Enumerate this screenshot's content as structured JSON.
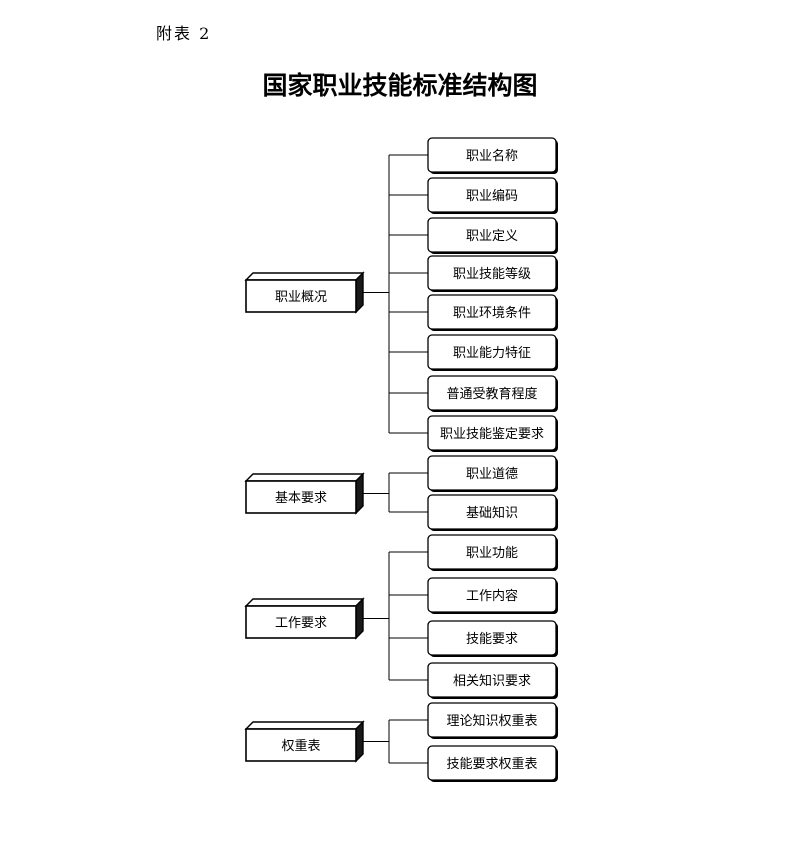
{
  "appendix_label": "附表 2",
  "title": "国家职业技能标准结构图",
  "groups": [
    {
      "label": "职业概况",
      "items": [
        "职业名称",
        "职业编码",
        "职业定义",
        "职业技能等级",
        "职业环境条件",
        "职业能力特征",
        "普通受教育程度",
        "职业技能鉴定要求"
      ]
    },
    {
      "label": "基本要求",
      "items": [
        "职业道德",
        "基础知识"
      ]
    },
    {
      "label": "工作要求",
      "items": [
        "职业功能",
        "工作内容",
        "技能要求",
        "相关知识要求"
      ]
    },
    {
      "label": "权重表",
      "items": [
        "理论知识权重表",
        "技能要求权重表"
      ]
    }
  ]
}
